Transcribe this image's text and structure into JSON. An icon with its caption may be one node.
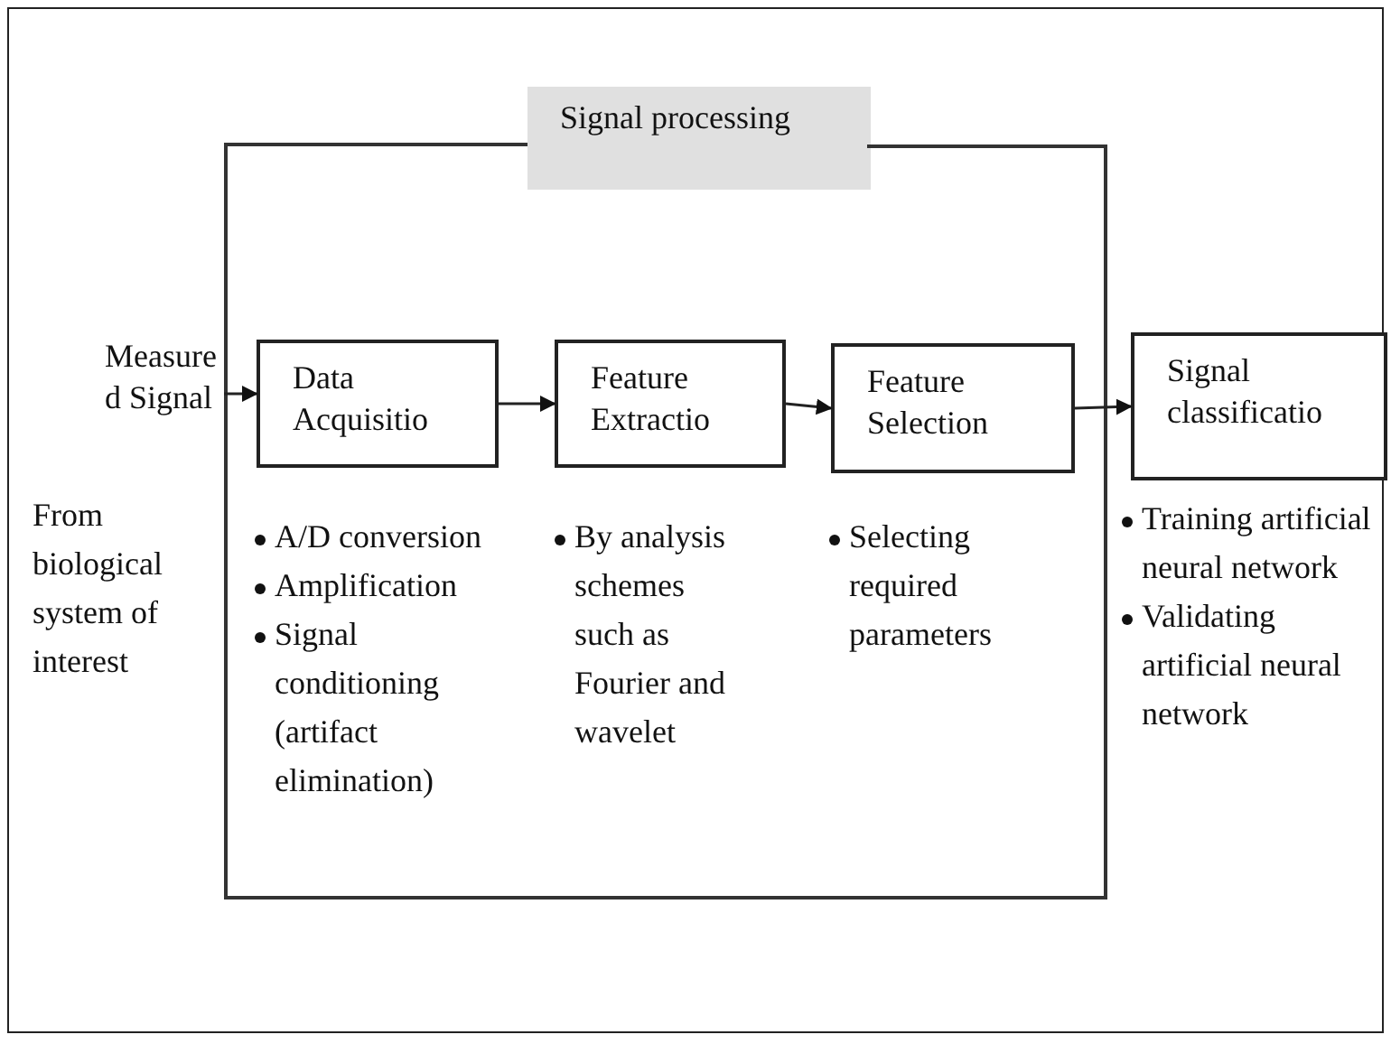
{
  "diagram": {
    "nodes": [
      {
        "text": [
          "Signal processing"
        ]
      },
      {
        "text": [
          "Measure d Signal"
        ]
      },
      {
        "text": [
          "Data Acquisitio"
        ],
        "in": 0,
        "beside": [
          "A/D conversion",
          "Amplification",
          "Signal conditioning (artifact elimination)"
        ]
      },
      {
        "text": [
          "Feature Extractio"
        ],
        "in": 0,
        "beside": [
          "By analysis schemes such as Fourier and wavelet"
        ]
      },
      {
        "text": [
          "Feature Selection"
        ],
        "in": 0,
        "beside": [
          "Selecting required parameters"
        ]
      },
      {
        "text": [
          "Signal classificatio"
        ],
        "beside": [
          "Training artificial neural network",
          "Validating artificial neural network"
        ]
      }
    ],
    "edges": [
      {
        "from": 1,
        "to": 2,
        "arrow": "to"
      },
      {
        "from": 2,
        "to": 3,
        "arrow": "to"
      },
      {
        "from": 3,
        "to": 4,
        "arrow": "to"
      },
      {
        "from": 4,
        "to": 5,
        "arrow": "to"
      }
    ],
    "labels": [
      "From biological system of interest"
    ]
  }
}
